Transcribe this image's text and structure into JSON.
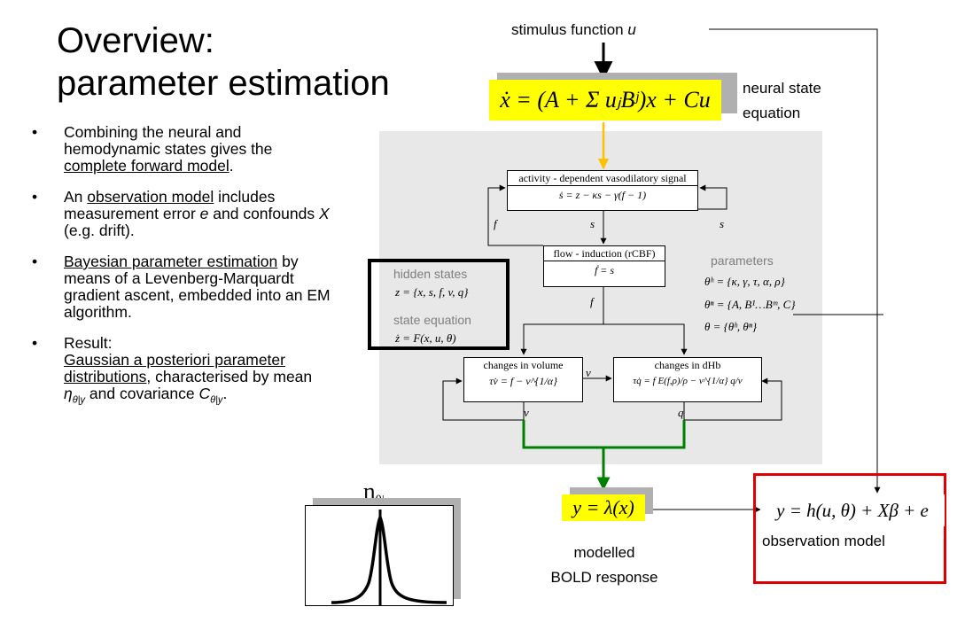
{
  "title": {
    "line1": "Overview:",
    "line2": "parameter estimation"
  },
  "bullets": {
    "b1": {
      "pre": "Combining the neural and hemodynamic states gives the ",
      "link": "complete forward model",
      "post": "."
    },
    "b2": {
      "pre": "An ",
      "link": "observation model",
      "post1": " includes measurement error ",
      "e": "e",
      "post2": " and confounds ",
      "X": "X",
      "post3": " (e.g. drift)."
    },
    "b3": {
      "link": "Bayesian parameter estimation",
      "post": " by means of a Levenberg-Marquardt gradient ascent, embedded into an EM algorithm."
    },
    "b4": {
      "pre": "Result:",
      "link": "Gaussian a posteriori parameter distributions",
      "post1": ", characterised by mean ",
      "eta": "η",
      "eta_sub": "θ|y",
      "post2": " and covariance ",
      "C": "C",
      "C_sub": "θ|y",
      "post3": "."
    }
  },
  "diagram": {
    "stimulus_label": "stimulus function ",
    "stimulus_var": "u",
    "neural_state_label_1": "neural state",
    "neural_state_label_2": "equation",
    "neural_equation": "ẋ = (A + Σ uⱼBʲ)x + Cu",
    "box_vasodilatory": {
      "caption": "activity - dependent vasodilatory signal",
      "equation": "ṡ = z − κs − γ(f − 1)"
    },
    "box_flow": {
      "caption": "flow - induction (rCBF)",
      "equation": "ḟ = s"
    },
    "box_volume": {
      "caption": "changes in volume",
      "equation": "τv̇ = f − v^{1/α}"
    },
    "box_dhb": {
      "caption": "changes in dHb",
      "equation": "τq̇ = f E(f,ρ)/ρ − v^{1/α} q/v"
    },
    "var_f_left": "f",
    "var_s_center": "s",
    "var_s_right": "s",
    "var_f_center": "f",
    "var_v_top": "v",
    "var_v_bottom": "v",
    "var_q": "q",
    "hidden_states_label": "hidden states",
    "hidden_states_eq": "z = {x, s, f, v, q}",
    "state_equation_label": "state equation",
    "state_equation_eq": "ż = F(x, u, θ)",
    "parameters_label": "parameters",
    "param_eq1": "θʰ = {κ, γ, τ, α, ρ}",
    "param_eq2": "θⁿ = {A, B¹…Bᵐ, C}",
    "param_eq3": "θ = {θʰ, θⁿ}",
    "output_equation": "y = λ(x)",
    "modelled_label_1": "modelled",
    "modelled_label_2": "BOLD response",
    "observation_equation": "y = h(u, θ) + Xβ + e",
    "observation_label": "observation model",
    "posterior_symbol": "η",
    "posterior_sub": "θ|y"
  },
  "colors": {
    "highlight": "#ffff00",
    "green": "#008000",
    "red": "#e00000",
    "orange": "#ffc000",
    "panel": "#e8e8e8"
  }
}
